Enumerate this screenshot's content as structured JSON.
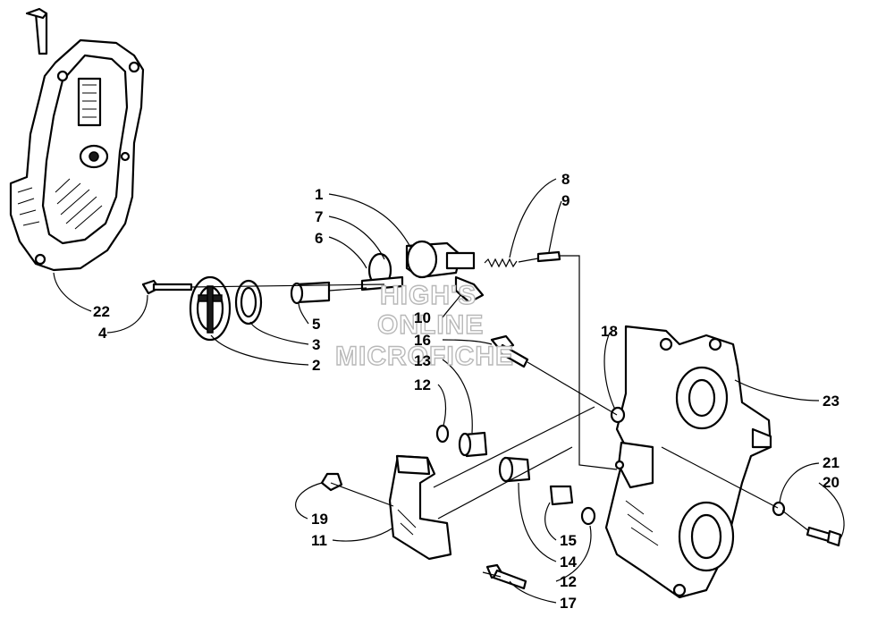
{
  "callouts": [
    "1",
    "7",
    "6",
    "8",
    "9",
    "22",
    "4",
    "5",
    "3",
    "2",
    "10",
    "16",
    "13",
    "12",
    "18",
    "23",
    "21",
    "20",
    "19",
    "11",
    "15",
    "14",
    "12",
    "17"
  ],
  "watermark": {
    "line1": "HIGH'S",
    "line2": "ONLINE",
    "line3": "MICROFICHE"
  }
}
